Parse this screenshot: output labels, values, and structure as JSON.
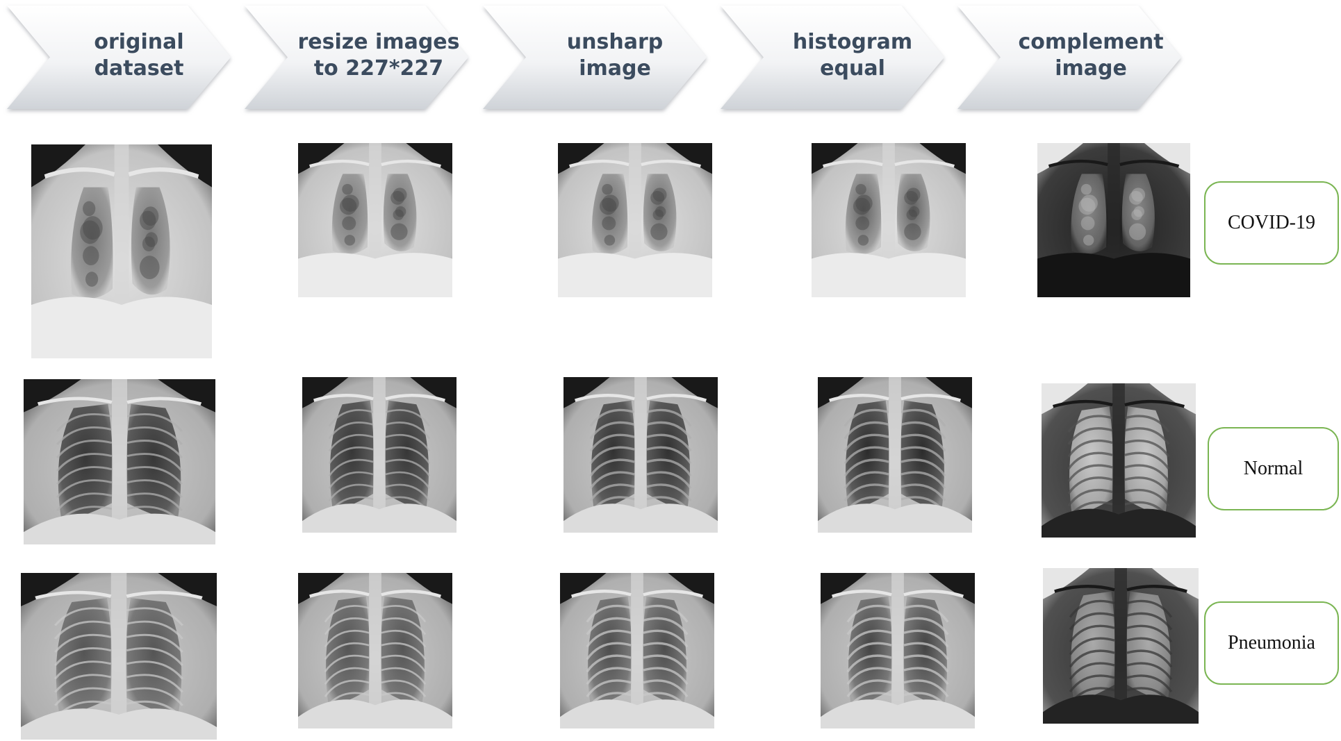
{
  "pipeline": {
    "steps": [
      {
        "line1": "original",
        "line2": "dataset"
      },
      {
        "line1": "resize images",
        "line2": "to 227*227"
      },
      {
        "line1": "unsharp",
        "line2": "image"
      },
      {
        "line1": "histogram",
        "line2": "equal"
      },
      {
        "line1": "complement",
        "line2": "image"
      }
    ]
  },
  "rows": [
    {
      "class_label": "COVID-19",
      "type": "covid"
    },
    {
      "class_label": "Normal",
      "type": "normal"
    },
    {
      "class_label": "Pneumonia",
      "type": "pneumonia"
    }
  ],
  "colors": {
    "chevron_text": "#3b4b5e",
    "box_border": "#7ab552"
  }
}
